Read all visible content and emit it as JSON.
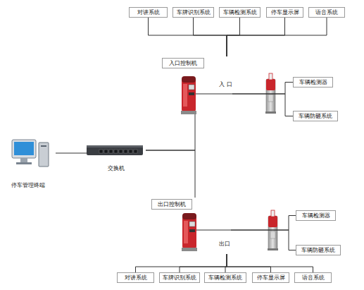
{
  "diagram": {
    "nodes": [
      {
        "text": [
          "对讲系统"
        ]
      },
      {
        "text": [
          "车牌识别系统"
        ]
      },
      {
        "text": [
          "车辆检测系统"
        ]
      },
      {
        "text": [
          "停车显示屏"
        ]
      },
      {
        "text": [
          "语音系统"
        ]
      },
      {
        "text": [
          "入口控制机"
        ]
      },
      {
        "text": [
          "车辆检测器"
        ]
      },
      {
        "text": [
          "车辆防砸系统"
        ]
      },
      {
        "text": [
          "停车管理终端"
        ]
      },
      {
        "text": [
          "交换机"
        ]
      },
      {
        "text": [
          "出口控制机"
        ]
      },
      {
        "text": [
          "车辆检测器"
        ]
      },
      {
        "text": [
          "车辆防砸系统"
        ]
      },
      {
        "text": [
          "对讲系统"
        ]
      },
      {
        "text": [
          "车牌识别系统"
        ]
      },
      {
        "text": [
          "车辆检测系统"
        ]
      },
      {
        "text": [
          "停车显示屏"
        ]
      },
      {
        "text": [
          "语音系统"
        ]
      }
    ],
    "edges": [
      {
        "from": 0,
        "to": 5,
        "arrow": "none"
      },
      {
        "from": 1,
        "to": 5,
        "arrow": "none"
      },
      {
        "from": 2,
        "to": 5,
        "arrow": "none"
      },
      {
        "from": 3,
        "to": 5,
        "arrow": "none"
      },
      {
        "from": 4,
        "to": 5,
        "arrow": "none"
      },
      {
        "from": 5,
        "to": 6,
        "arrow": "none"
      },
      {
        "from": 5,
        "to": 7,
        "arrow": "none"
      },
      {
        "from": 8,
        "to": 9,
        "arrow": "none"
      },
      {
        "from": 9,
        "to": 5,
        "arrow": "none"
      },
      {
        "from": 9,
        "to": 10,
        "arrow": "none"
      },
      {
        "from": 10,
        "to": 11,
        "arrow": "none"
      },
      {
        "from": 10,
        "to": 12,
        "arrow": "none"
      },
      {
        "from": 10,
        "to": 13,
        "arrow": "none"
      },
      {
        "from": 10,
        "to": 14,
        "arrow": "none"
      },
      {
        "from": 10,
        "to": 15,
        "arrow": "none"
      },
      {
        "from": 10,
        "to": 16,
        "arrow": "none"
      },
      {
        "from": 10,
        "to": 17,
        "arrow": "none"
      }
    ],
    "labels": [
      "入 口",
      "出口"
    ]
  }
}
